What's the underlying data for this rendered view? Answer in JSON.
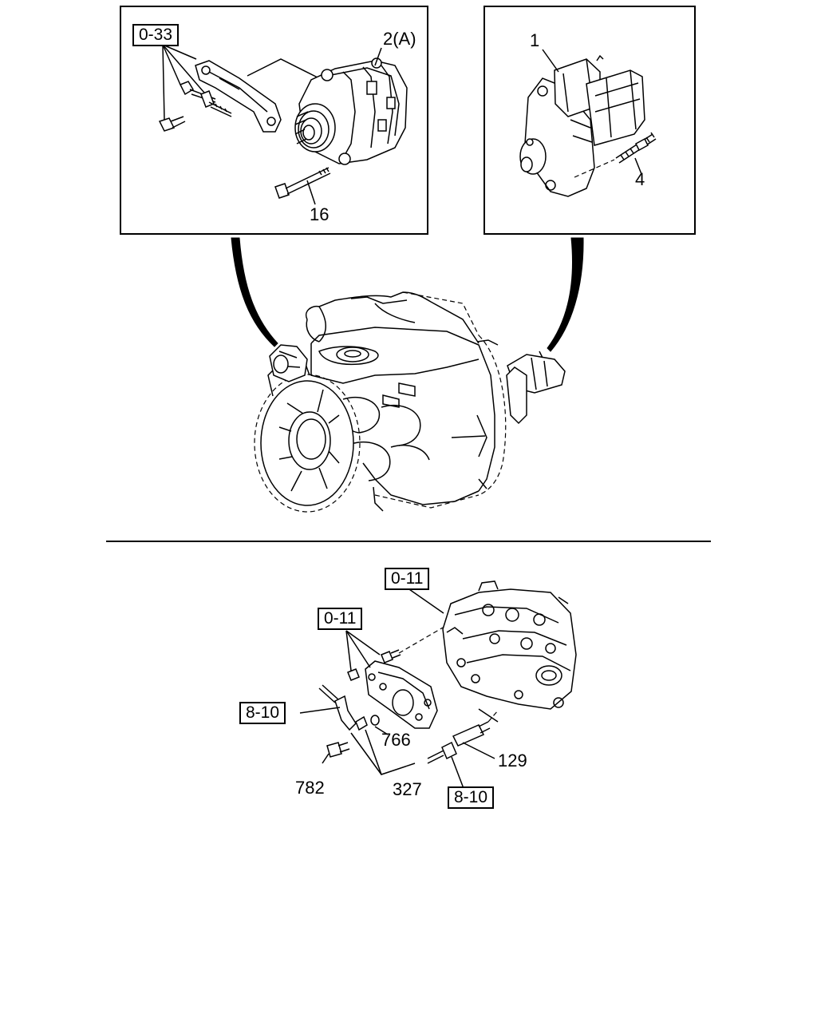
{
  "figure": {
    "top_left": {
      "ref_box": "0-33",
      "label_alternator": "2(A)",
      "label_bolt": "16"
    },
    "top_right": {
      "label_starter": "1",
      "label_stud": "4"
    },
    "bottom": {
      "ref_box_a": "0-11",
      "ref_box_b": "0-11",
      "ref_box_c": "8-10",
      "ref_box_d": "8-10",
      "label_766": "766",
      "label_129": "129",
      "label_782": "782",
      "label_327": "327"
    }
  }
}
